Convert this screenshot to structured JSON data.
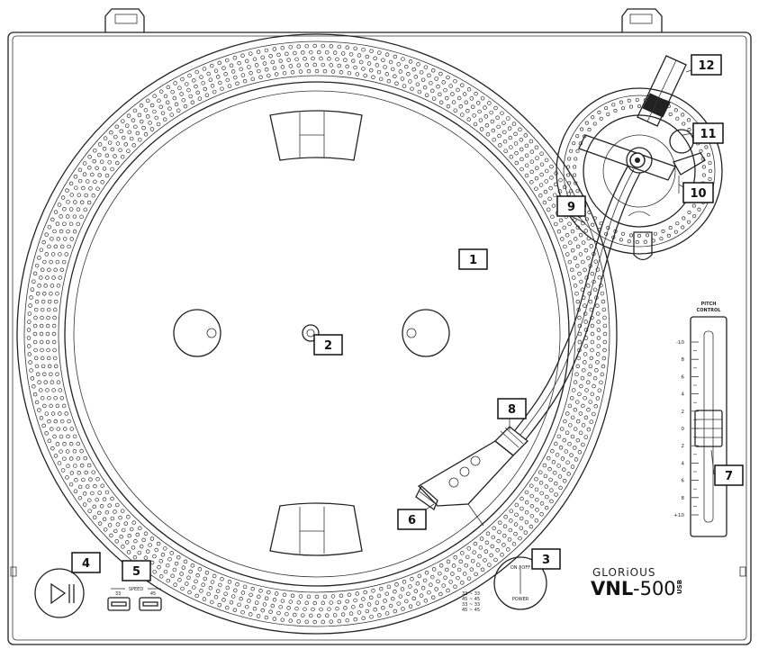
{
  "callouts": [
    "1",
    "2",
    "3",
    "4",
    "5",
    "6",
    "7",
    "8",
    "9",
    "10",
    "11",
    "12"
  ],
  "pitch": {
    "title_line1": "PITCH",
    "title_line2": "CONTROL",
    "scale": [
      "-10",
      "8",
      "6",
      "4",
      "2",
      "0",
      "2",
      "4",
      "6",
      "8",
      "+10"
    ]
  },
  "speed": {
    "label": "SPEED",
    "left": "33",
    "right": "45"
  },
  "power": {
    "top": "ON / OFF",
    "bottom": "POWER"
  },
  "brand": {
    "name": "GLORiOUS",
    "model_a": "VNL",
    "model_b": "-500",
    "suffix": "USB"
  },
  "speed_indicator": [
    "33 ~ 33",
    "45 ~ 45",
    "33 ~ 33",
    "45 ~ 45"
  ]
}
